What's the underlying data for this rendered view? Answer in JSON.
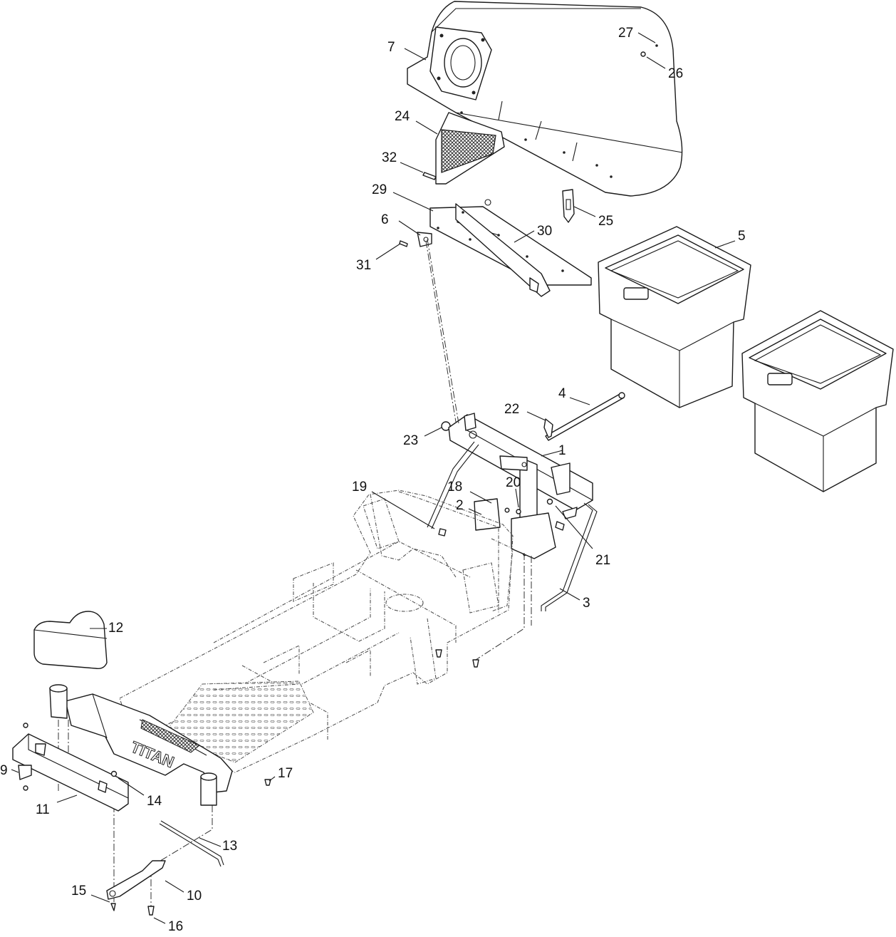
{
  "brand_text": "TITAN",
  "callouts": [
    {
      "id": "1",
      "label": "1"
    },
    {
      "id": "2",
      "label": "2"
    },
    {
      "id": "3",
      "label": "3"
    },
    {
      "id": "4",
      "label": "4"
    },
    {
      "id": "5",
      "label": "5"
    },
    {
      "id": "6",
      "label": "6"
    },
    {
      "id": "7",
      "label": "7"
    },
    {
      "id": "9",
      "label": "9"
    },
    {
      "id": "10",
      "label": "10"
    },
    {
      "id": "11",
      "label": "11"
    },
    {
      "id": "12",
      "label": "12"
    },
    {
      "id": "13",
      "label": "13"
    },
    {
      "id": "14",
      "label": "14"
    },
    {
      "id": "15",
      "label": "15"
    },
    {
      "id": "16",
      "label": "16"
    },
    {
      "id": "17",
      "label": "17"
    },
    {
      "id": "18",
      "label": "18"
    },
    {
      "id": "19",
      "label": "19"
    },
    {
      "id": "20",
      "label": "20"
    },
    {
      "id": "21",
      "label": "21"
    },
    {
      "id": "22",
      "label": "22"
    },
    {
      "id": "23",
      "label": "23"
    },
    {
      "id": "24",
      "label": "24"
    },
    {
      "id": "25",
      "label": "25"
    },
    {
      "id": "26",
      "label": "26"
    },
    {
      "id": "27",
      "label": "27"
    },
    {
      "id": "29",
      "label": "29"
    },
    {
      "id": "30",
      "label": "30"
    },
    {
      "id": "31",
      "label": "31"
    },
    {
      "id": "32",
      "label": "32"
    }
  ]
}
